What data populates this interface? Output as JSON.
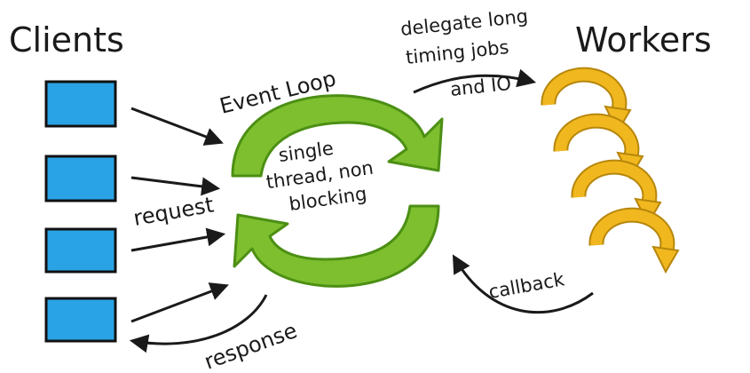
{
  "clients_title": "Clients",
  "workers_title": "Workers",
  "event_loop_label": "Event Loop",
  "loop_center_text": [
    "single",
    "thread, non",
    "blocking"
  ],
  "delegate_text": [
    "delegate long",
    "timing jobs",
    "and IO"
  ],
  "request_label": "request",
  "response_label": "response",
  "callback_label": "callback",
  "colors": {
    "client_fill": "#2aa3e6",
    "client_border": "#111111",
    "loop_green": "#7dbf2e",
    "loop_green_dark": "#4c8f14",
    "worker_gold": "#f0b81e",
    "worker_gold_dark": "#b7860c",
    "ink": "#1a1a1a"
  }
}
